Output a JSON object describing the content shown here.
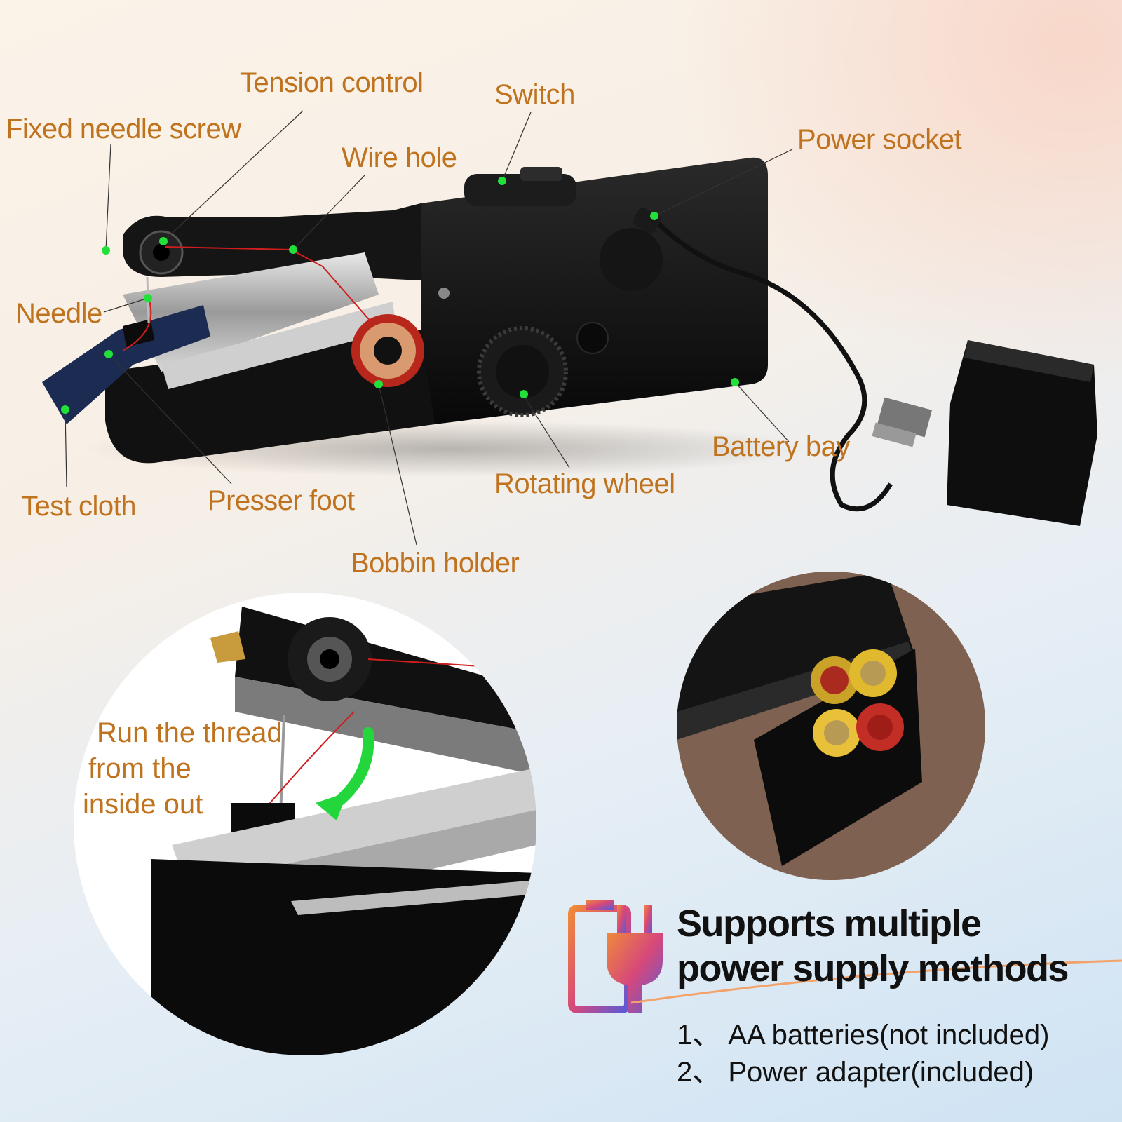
{
  "labels": {
    "tension_control": "Tension control",
    "switch": "Switch",
    "fixed_needle_screw": "Fixed needle screw",
    "wire_hole": "Wire hole",
    "power_socket": "Power socket",
    "needle": "Needle",
    "test_cloth": "Test cloth",
    "presser_foot": "Presser foot",
    "bobbin_holder": "Bobbin holder",
    "rotating_wheel": "Rotating wheel",
    "battery_bay": "Battery bay"
  },
  "thread_note": {
    "line1": "Run the thread",
    "line2": "from the",
    "line3": "inside out"
  },
  "power": {
    "headline_line1": "Supports multiple",
    "headline_line2": "power supply methods",
    "method1": "1、 AA batteries(not included)",
    "method2": "2、 Power adapter(included)"
  },
  "colors": {
    "label": "#c0731f",
    "marker": "#22e03a",
    "machine": "#111111",
    "bobbin": "#b8271b"
  }
}
